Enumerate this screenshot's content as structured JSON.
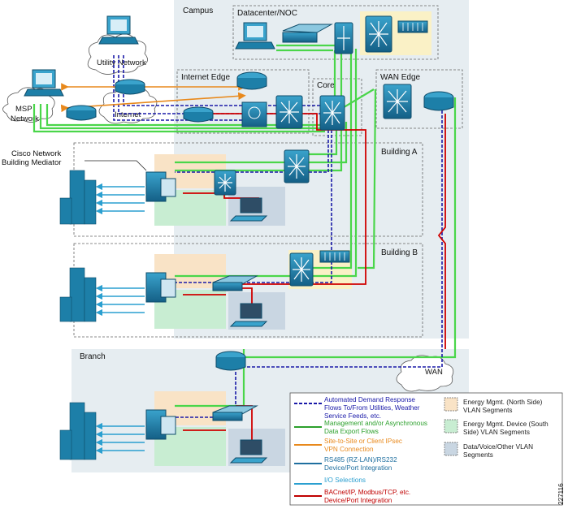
{
  "zones": {
    "campus": "Campus",
    "datacenter": "Datacenter/NOC",
    "internet_edge": "Internet Edge",
    "core": "Core",
    "wan_edge": "WAN Edge",
    "building_a": "Building A",
    "building_b": "Building B",
    "branch": "Branch"
  },
  "clouds": {
    "utility": "Utility Network",
    "internet": "Internet",
    "wan": "WAN"
  },
  "labels": {
    "msp_line1": "MSP",
    "msp_line2": "Network",
    "mediator_line1": "Cisco Network",
    "mediator_line2": "Building Mediator",
    "figure_id": "227116"
  },
  "legend": {
    "flows": [
      {
        "lines": [
          "Automated Demand Response",
          "Flows To/From Utilities, Weather",
          "Service Feeds, etc."
        ],
        "color": "#1a1aa8"
      },
      {
        "lines": [
          "Management and/or Asynchronous",
          "Data Export Flows"
        ],
        "color": "#2ca02c"
      },
      {
        "lines": [
          "Site-to-Site or Client IPsec",
          "VPN Connection"
        ],
        "color": "#e8891c"
      },
      {
        "lines": [
          "RS485 (RZ-LAN)/RS232",
          "Device/Port Integration"
        ],
        "color": "#1f6f9f"
      },
      {
        "lines": [
          "I/O Selections"
        ],
        "color": "#2a9fd0"
      },
      {
        "lines": [
          "BACnet/IP, Modbus/TCP, etc.",
          "Device/Port Integration"
        ],
        "color": "#c00000"
      }
    ],
    "vlans": [
      {
        "lines": [
          "Energy Mgmt. (North Side)",
          "VLAN Segments"
        ],
        "color": "#f9e3c6"
      },
      {
        "lines": [
          "Energy Mgmt. Device (South",
          "Side) VLAN Segments"
        ],
        "color": "#c8edd2"
      },
      {
        "lines": [
          "Data/Voice/Other VLAN",
          "Segments"
        ],
        "color": "#c9d6e2"
      }
    ]
  },
  "colors": {
    "dr_flow": "#1a1aa8",
    "mgmt_flow": "#4ad64a",
    "vpn_flow": "#e8891c",
    "rs485": "#1f6f9f",
    "io": "#2a9fd0",
    "bacnet": "#d00000",
    "device": "#1d7fa8",
    "campus_bg": "#e6edf1"
  }
}
